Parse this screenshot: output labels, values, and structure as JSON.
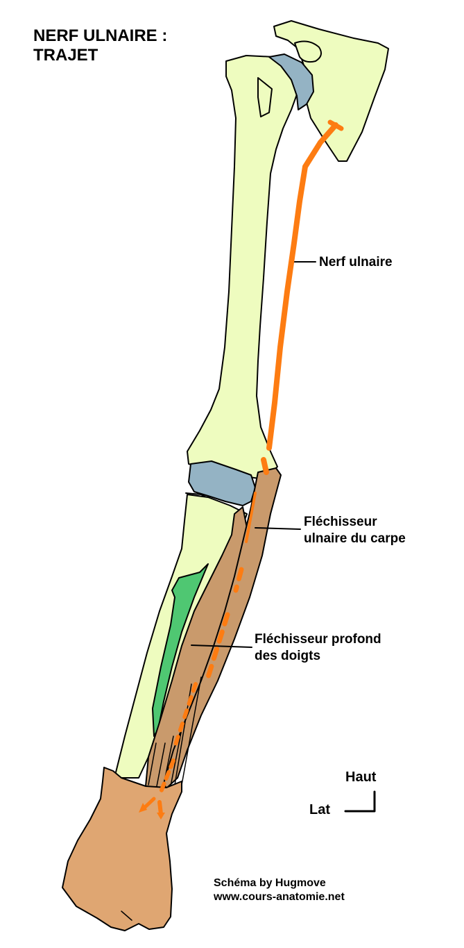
{
  "title": {
    "line1": "NERF ULNAIRE :",
    "line2": "TRAJET"
  },
  "labels": {
    "nerve": "Nerf ulnaire",
    "fcu_line1": "Fléchisseur",
    "fcu_line2": "ulnaire du carpe",
    "fdp_line1": "Fléchisseur profond",
    "fdp_line2": "des doigts"
  },
  "orientation": {
    "up": "Haut",
    "lateral": "Lat"
  },
  "credit": {
    "line1": "Schéma by Hugmove",
    "line2": "www.cours-anatomie.net"
  },
  "colors": {
    "bone": "#eefcbf",
    "cartilage": "#94b3c4",
    "muscle": "#c99a6c",
    "muscle_green": "#4fc772",
    "nerve": "#fd7c12",
    "hand": "#dfa672",
    "outline": "#000000"
  }
}
